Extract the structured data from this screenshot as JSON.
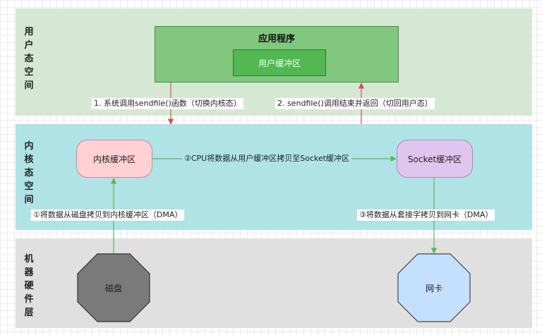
{
  "zones": {
    "user": {
      "label": "用户态空间"
    },
    "kernel": {
      "label": "内核态空间"
    },
    "hardware": {
      "label": "机器硬件层"
    }
  },
  "nodes": {
    "app": {
      "title": "应用程序"
    },
    "user_buffer": {
      "label": "用户缓冲区"
    },
    "kernel_buffer": {
      "label": "内核缓冲区"
    },
    "socket_buffer": {
      "label": "Socket缓冲区"
    },
    "disk": {
      "label": "磁盘"
    },
    "nic": {
      "label": "网卡"
    }
  },
  "edges": {
    "sendfile_call": "1. 系统调用sendfile()函数（切换内核态）",
    "sendfile_return": "2. sendfile()调用结束并返回（切回用户态）",
    "cpu_copy": "②CPU将数据从用户缓冲区拷贝至Socket缓冲区",
    "dma_disk": "①将数据从磁盘拷贝到内核缓冲区（DMA）",
    "dma_nic": "③将数据从套接字拷贝到网卡（DMA）"
  },
  "colors": {
    "user_zone": "#d5e8d4",
    "kernel_zone": "#b0e3e6",
    "hardware_zone": "#e0e0e0",
    "app_box": "#82c77e",
    "user_buffer": "#52b852",
    "kernel_buffer": "#ffd0d5",
    "socket_buffer": "#e1c5ee",
    "disk": "#7a7a7a",
    "nic": "#c5e0ff",
    "red_arrow": "#d9534f",
    "green_arrow": "#5cb85c"
  }
}
